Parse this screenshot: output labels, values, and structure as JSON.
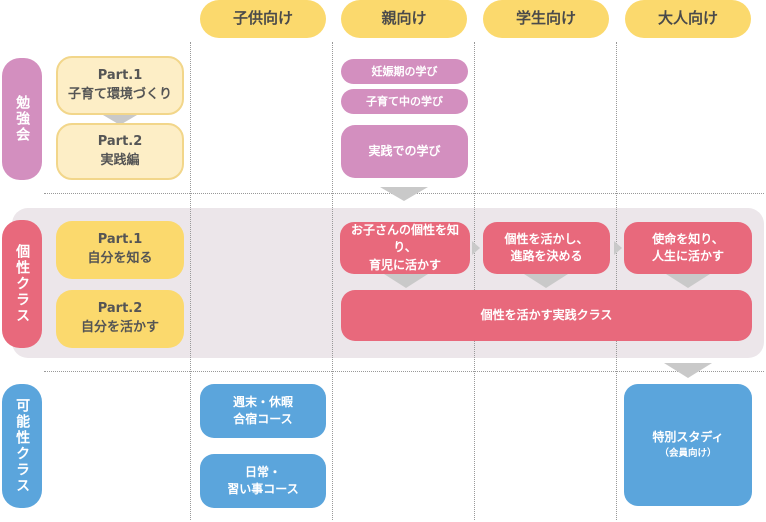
{
  "columns": [
    "子供向け",
    "親向け",
    "学生向け",
    "大人向け"
  ],
  "rows": {
    "study": "勉強会",
    "personality": "個性クラス",
    "possibility": "可能性クラス"
  },
  "study_parts": {
    "part1": "Part.1\n子育て環境づくり",
    "part2": "Part.2\n実践編"
  },
  "parent_study": {
    "item1": "妊娠期の学び",
    "item2": "子育て中の学び",
    "item3": "実践での学び"
  },
  "personality_parts": {
    "part1": "Part.1\n自分を知る",
    "part2": "Part.2\n自分を活かす"
  },
  "personality_boxes": {
    "parent": "お子さんの個性を知り、\n育児に活かす",
    "student": "個性を活かし、\n進路を決める",
    "adult": "使命を知り、\n人生に活かす",
    "practice": "個性を活かす実践クラス"
  },
  "possibility_boxes": {
    "camp": "週末・休暇\n合宿コース",
    "daily": "日常・\n習い事コース",
    "special": "特別スタディ",
    "special_note": "（会員向け）"
  },
  "colors": {
    "header_yellow": "#fbd96d",
    "study_pink": "#d38fbf",
    "personality_red": "#e8697c",
    "possibility_blue": "#5ba5dc",
    "band_gray": "#ece6ea",
    "arrow_gray": "#c9c9c9"
  }
}
